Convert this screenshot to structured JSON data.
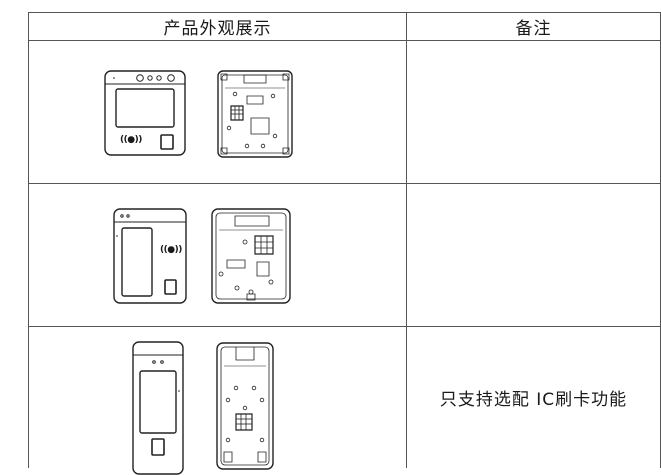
{
  "table": {
    "headers": {
      "product": "产品外观展示",
      "remark": "备注"
    },
    "rows": [
      {
        "remark": "",
        "front_rfid_label": "((●))"
      },
      {
        "remark": "",
        "front_rfid_label": "((●))"
      },
      {
        "remark": "只支持选配 IC刷卡功能",
        "front_rfid_label": ""
      }
    ]
  }
}
